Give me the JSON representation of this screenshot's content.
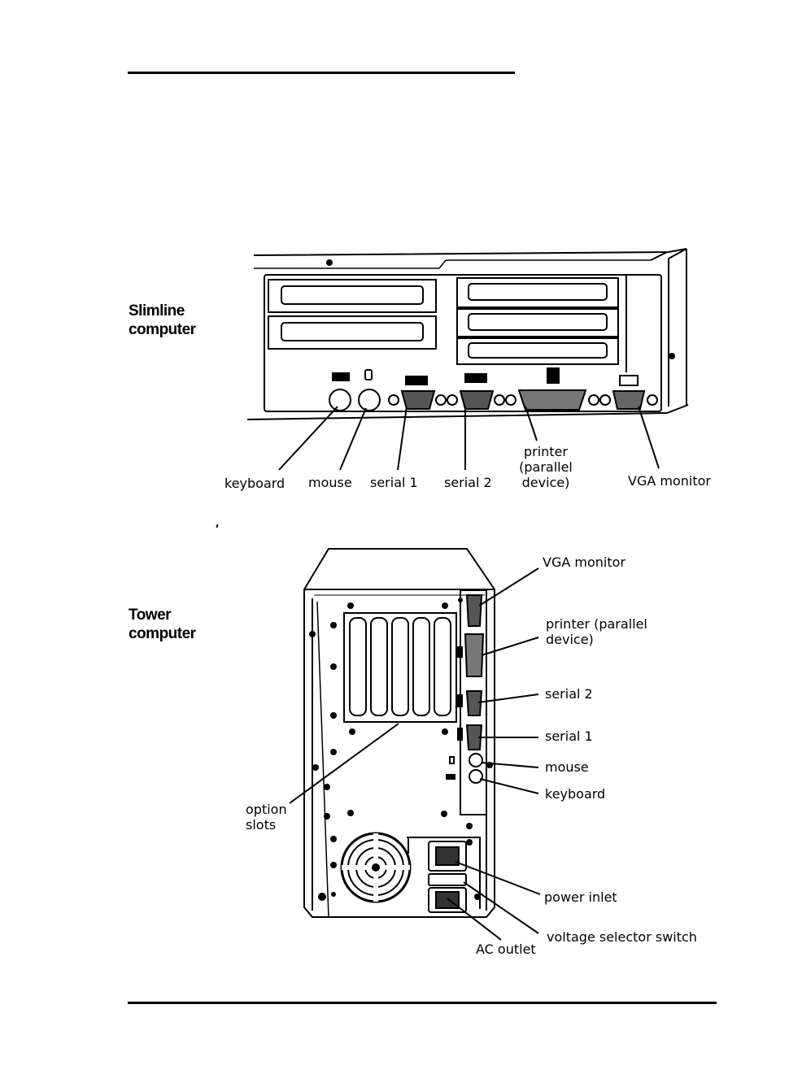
{
  "slimline": {
    "title_line1": "Slimline",
    "title_line2": "computer",
    "labels": {
      "keyboard": "keyboard",
      "mouse": "mouse",
      "serial1": "serial 1",
      "serial2": "serial 2",
      "printer_line1": "printer",
      "printer_line2": "(parallel",
      "printer_line3": "device)",
      "vga": "VGA monitor"
    }
  },
  "tower": {
    "title_line1": "Tower",
    "title_line2": "computer",
    "labels": {
      "vga": "VGA monitor",
      "printer_line1": "printer (parallel",
      "printer_line2": "device)",
      "serial2": "serial 2",
      "serial1": "serial 1",
      "mouse": "mouse",
      "keyboard": "keyboard",
      "option_line1": "option",
      "option_line2": "slots",
      "power_inlet": "power inlet",
      "voltage": "voltage selector switch",
      "ac_outlet": "AC outlet"
    }
  }
}
